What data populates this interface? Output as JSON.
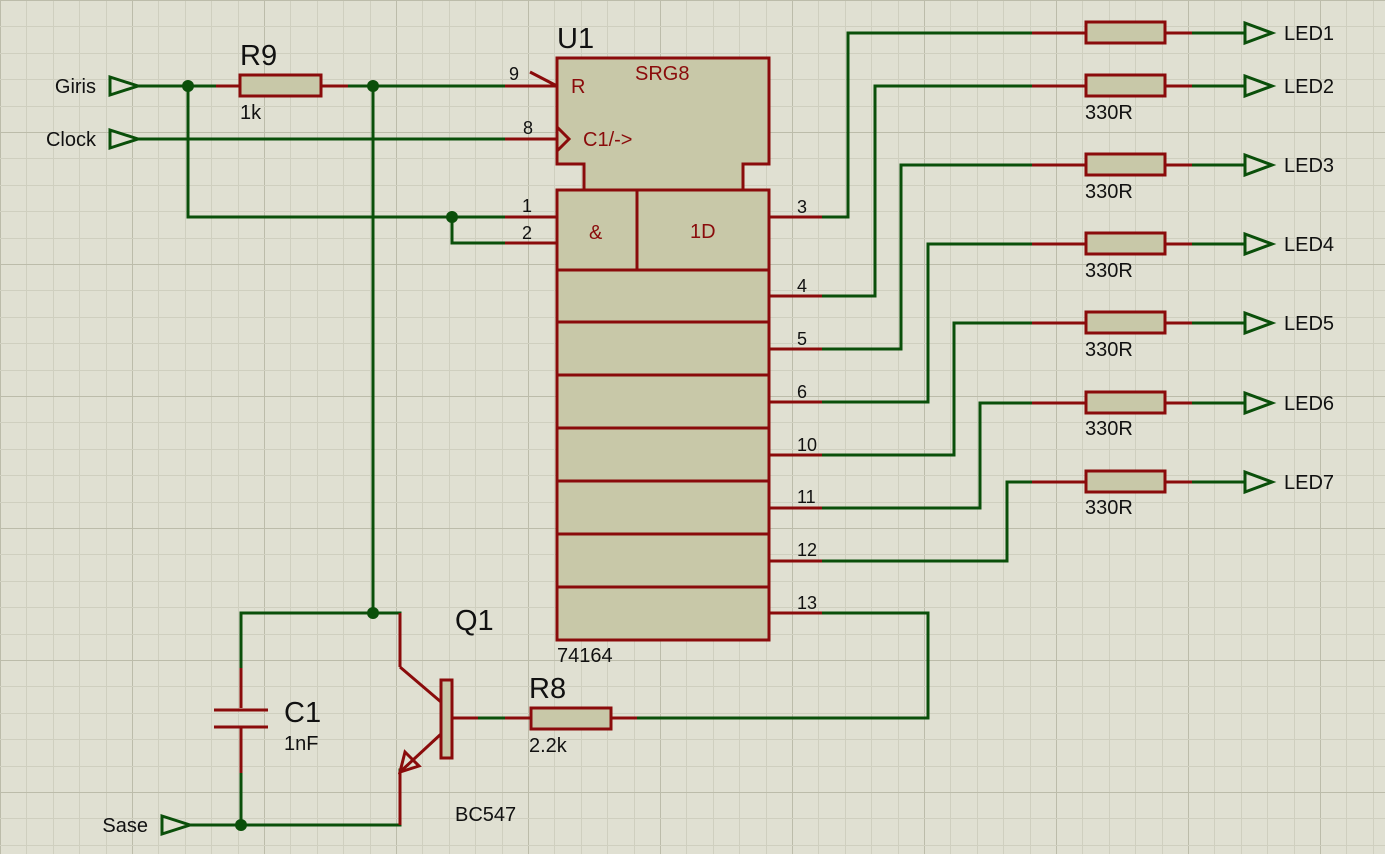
{
  "grid": {
    "minor": "#cfcfbf",
    "major": "#bcbcaa"
  },
  "colors": {
    "background": "#e0e0d2",
    "wire": "#0a4f0a",
    "pin": "#8a0b0b",
    "body": "#c8c8a8"
  },
  "inputs": {
    "giris": "Giris",
    "clock": "Clock",
    "sase": "Sase"
  },
  "u1": {
    "ref": "U1",
    "type": "SRG8",
    "part": "74164",
    "reset_label": "R",
    "clock_label": "C1/->",
    "and_label": "&",
    "data_label": "1D",
    "pins": {
      "r": "9",
      "clk": "8",
      "a": "1",
      "b": "2",
      "q": [
        "3",
        "4",
        "5",
        "6",
        "10",
        "11",
        "12",
        "13"
      ]
    }
  },
  "r9": {
    "ref": "R9",
    "value": "1k"
  },
  "r8": {
    "ref": "R8",
    "value": "2.2k"
  },
  "c1": {
    "ref": "C1",
    "value": "1nF"
  },
  "q1": {
    "ref": "Q1",
    "part": "BC547"
  },
  "outputs": [
    {
      "name": "LED1",
      "value": ""
    },
    {
      "name": "LED2",
      "value": "330R"
    },
    {
      "name": "LED3",
      "value": "330R"
    },
    {
      "name": "LED4",
      "value": "330R"
    },
    {
      "name": "LED5",
      "value": "330R"
    },
    {
      "name": "LED6",
      "value": "330R"
    },
    {
      "name": "LED7",
      "value": "330R"
    }
  ]
}
